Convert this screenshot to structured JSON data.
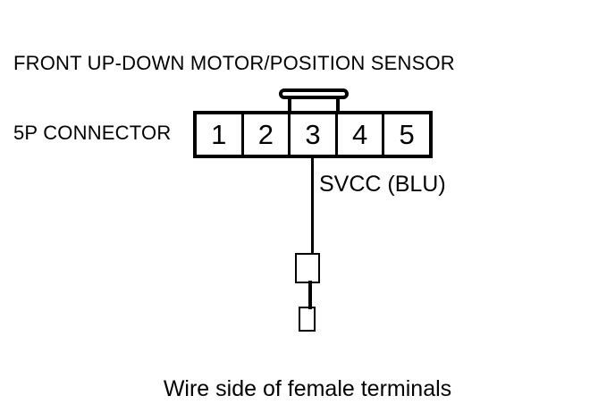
{
  "title": {
    "line1": "FRONT UP-DOWN MOTOR/POSITION SENSOR",
    "line2": "5P CONNECTOR"
  },
  "connector": {
    "cavities": [
      {
        "number": "1"
      },
      {
        "number": "2"
      },
      {
        "number": "3"
      },
      {
        "number": "4"
      },
      {
        "number": "5"
      }
    ],
    "latch_tab": "latch-tab"
  },
  "wire": {
    "source_cavity": "3",
    "label": "SVCC (BLU)"
  },
  "terminals": {
    "upper_symbol": "probe-box-large",
    "lower_symbol": "probe-box-small"
  },
  "caption": "Wire side of female terminals",
  "colors": {
    "line": "#000000",
    "background": "#ffffff"
  }
}
